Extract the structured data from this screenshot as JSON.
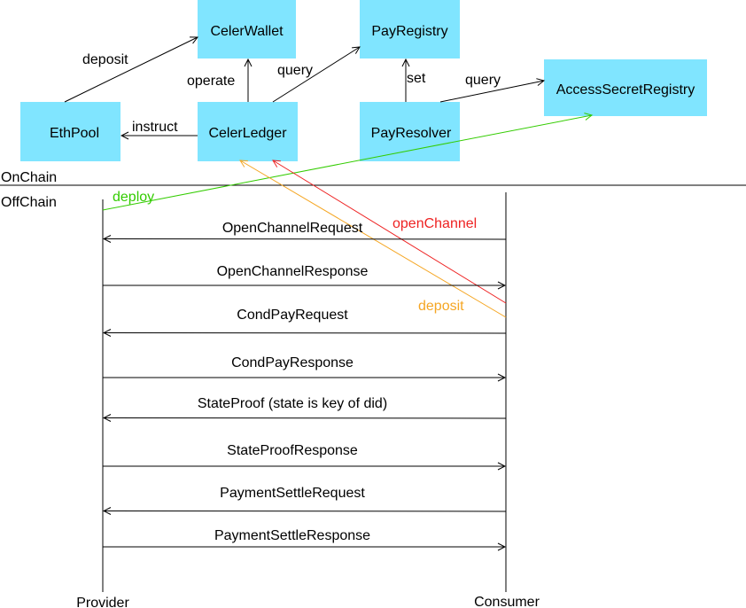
{
  "nodes": {
    "celer_wallet": "CelerWallet",
    "pay_registry": "PayRegistry",
    "eth_pool": "EthPool",
    "celer_ledger": "CelerLedger",
    "pay_resolver": "PayResolver",
    "access_secret_registry": "AccessSecretRegistry"
  },
  "edges": {
    "deposit": "deposit",
    "operate": "operate",
    "query_registry": "query",
    "set": "set",
    "query_access": "query",
    "instruct": "instruct"
  },
  "zones": {
    "onchain": "OnChain",
    "offchain": "OffChain"
  },
  "actions": {
    "deploy": "deploy",
    "open_channel": "openChannel",
    "deposit": "deposit"
  },
  "colors": {
    "node_fill": "#80e5ff",
    "deploy": "#33cc00",
    "open_channel": "#ee2222",
    "deposit": "#f5a623"
  },
  "lifelines": {
    "provider": "Provider",
    "consumer": "Consumer"
  },
  "messages": [
    {
      "label": "OpenChannelRequest",
      "direction": "to-provider"
    },
    {
      "label": "OpenChannelResponse",
      "direction": "to-consumer"
    },
    {
      "label": "CondPayRequest",
      "direction": "to-provider"
    },
    {
      "label": "CondPayResponse",
      "direction": "to-consumer"
    },
    {
      "label": "StateProof (state is key of did)",
      "direction": "to-provider"
    },
    {
      "label": "StateProofResponse",
      "direction": "to-consumer"
    },
    {
      "label": "PaymentSettleRequest",
      "direction": "to-provider"
    },
    {
      "label": "PaymentSettleResponse",
      "direction": "to-consumer"
    }
  ]
}
